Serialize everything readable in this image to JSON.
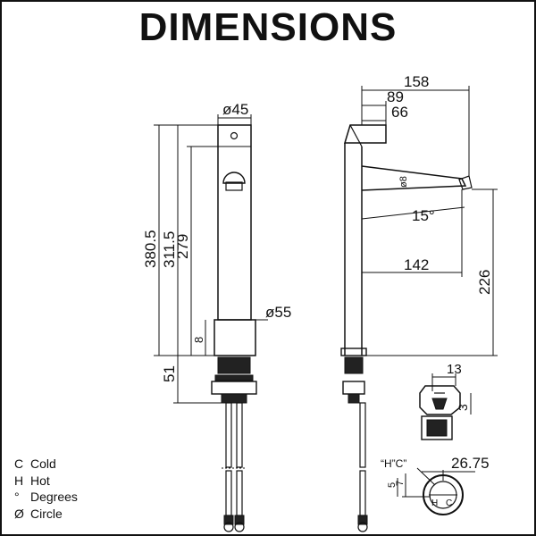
{
  "title": "DIMENSIONS",
  "front_view": {
    "dims": {
      "top_diameter": "ø45",
      "base_diameter": "ø55",
      "height_total": "380.5",
      "height_body": "311.5",
      "height_tube": "279",
      "base_height": "8",
      "thread_depth": "51"
    }
  },
  "side_view": {
    "dims": {
      "overall_reach": "158",
      "handle_reach": "89",
      "handle_offset": "66",
      "spout_diameter": "ø8",
      "spout_angle": "15°",
      "spout_reach": "142",
      "spout_height": "226"
    }
  },
  "detail_view": {
    "dims": {
      "width": "13",
      "step": "3"
    }
  },
  "top_view": {
    "dims": {
      "diameter": "26.75",
      "hc_label": "“H”C”",
      "offset_a": "5",
      "offset_b": "7",
      "h_marker": "H",
      "c_marker": "C"
    }
  },
  "legend": [
    {
      "symbol": "C",
      "text": "Cold"
    },
    {
      "symbol": "H",
      "text": "Hot"
    },
    {
      "symbol": "°",
      "text": "Degrees"
    },
    {
      "symbol": "Ø",
      "text": "Circle"
    }
  ]
}
